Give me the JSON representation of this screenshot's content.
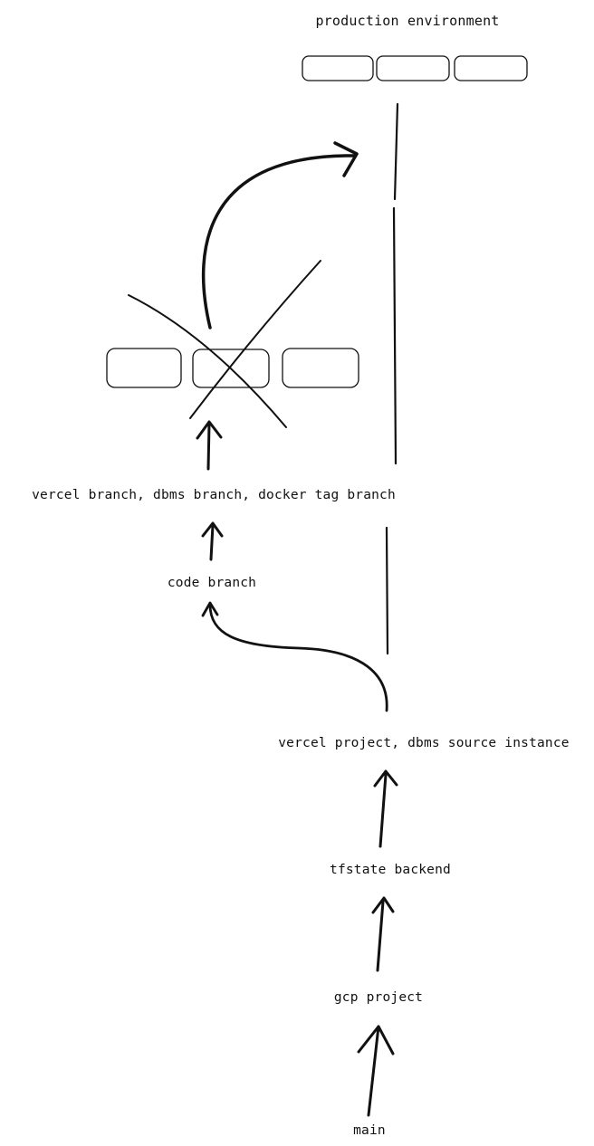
{
  "diagram": {
    "labels": {
      "production_environment": "production environment",
      "branch_resources": "vercel branch, dbms branch, docker tag branch",
      "code_branch": "code branch",
      "vercel_project": "vercel project, dbms source instance",
      "tfstate_backend": "tfstate backend",
      "gcp_project": "gcp project",
      "main": "main"
    },
    "colors": {
      "ink": "#111111",
      "background": "#ffffff"
    }
  }
}
